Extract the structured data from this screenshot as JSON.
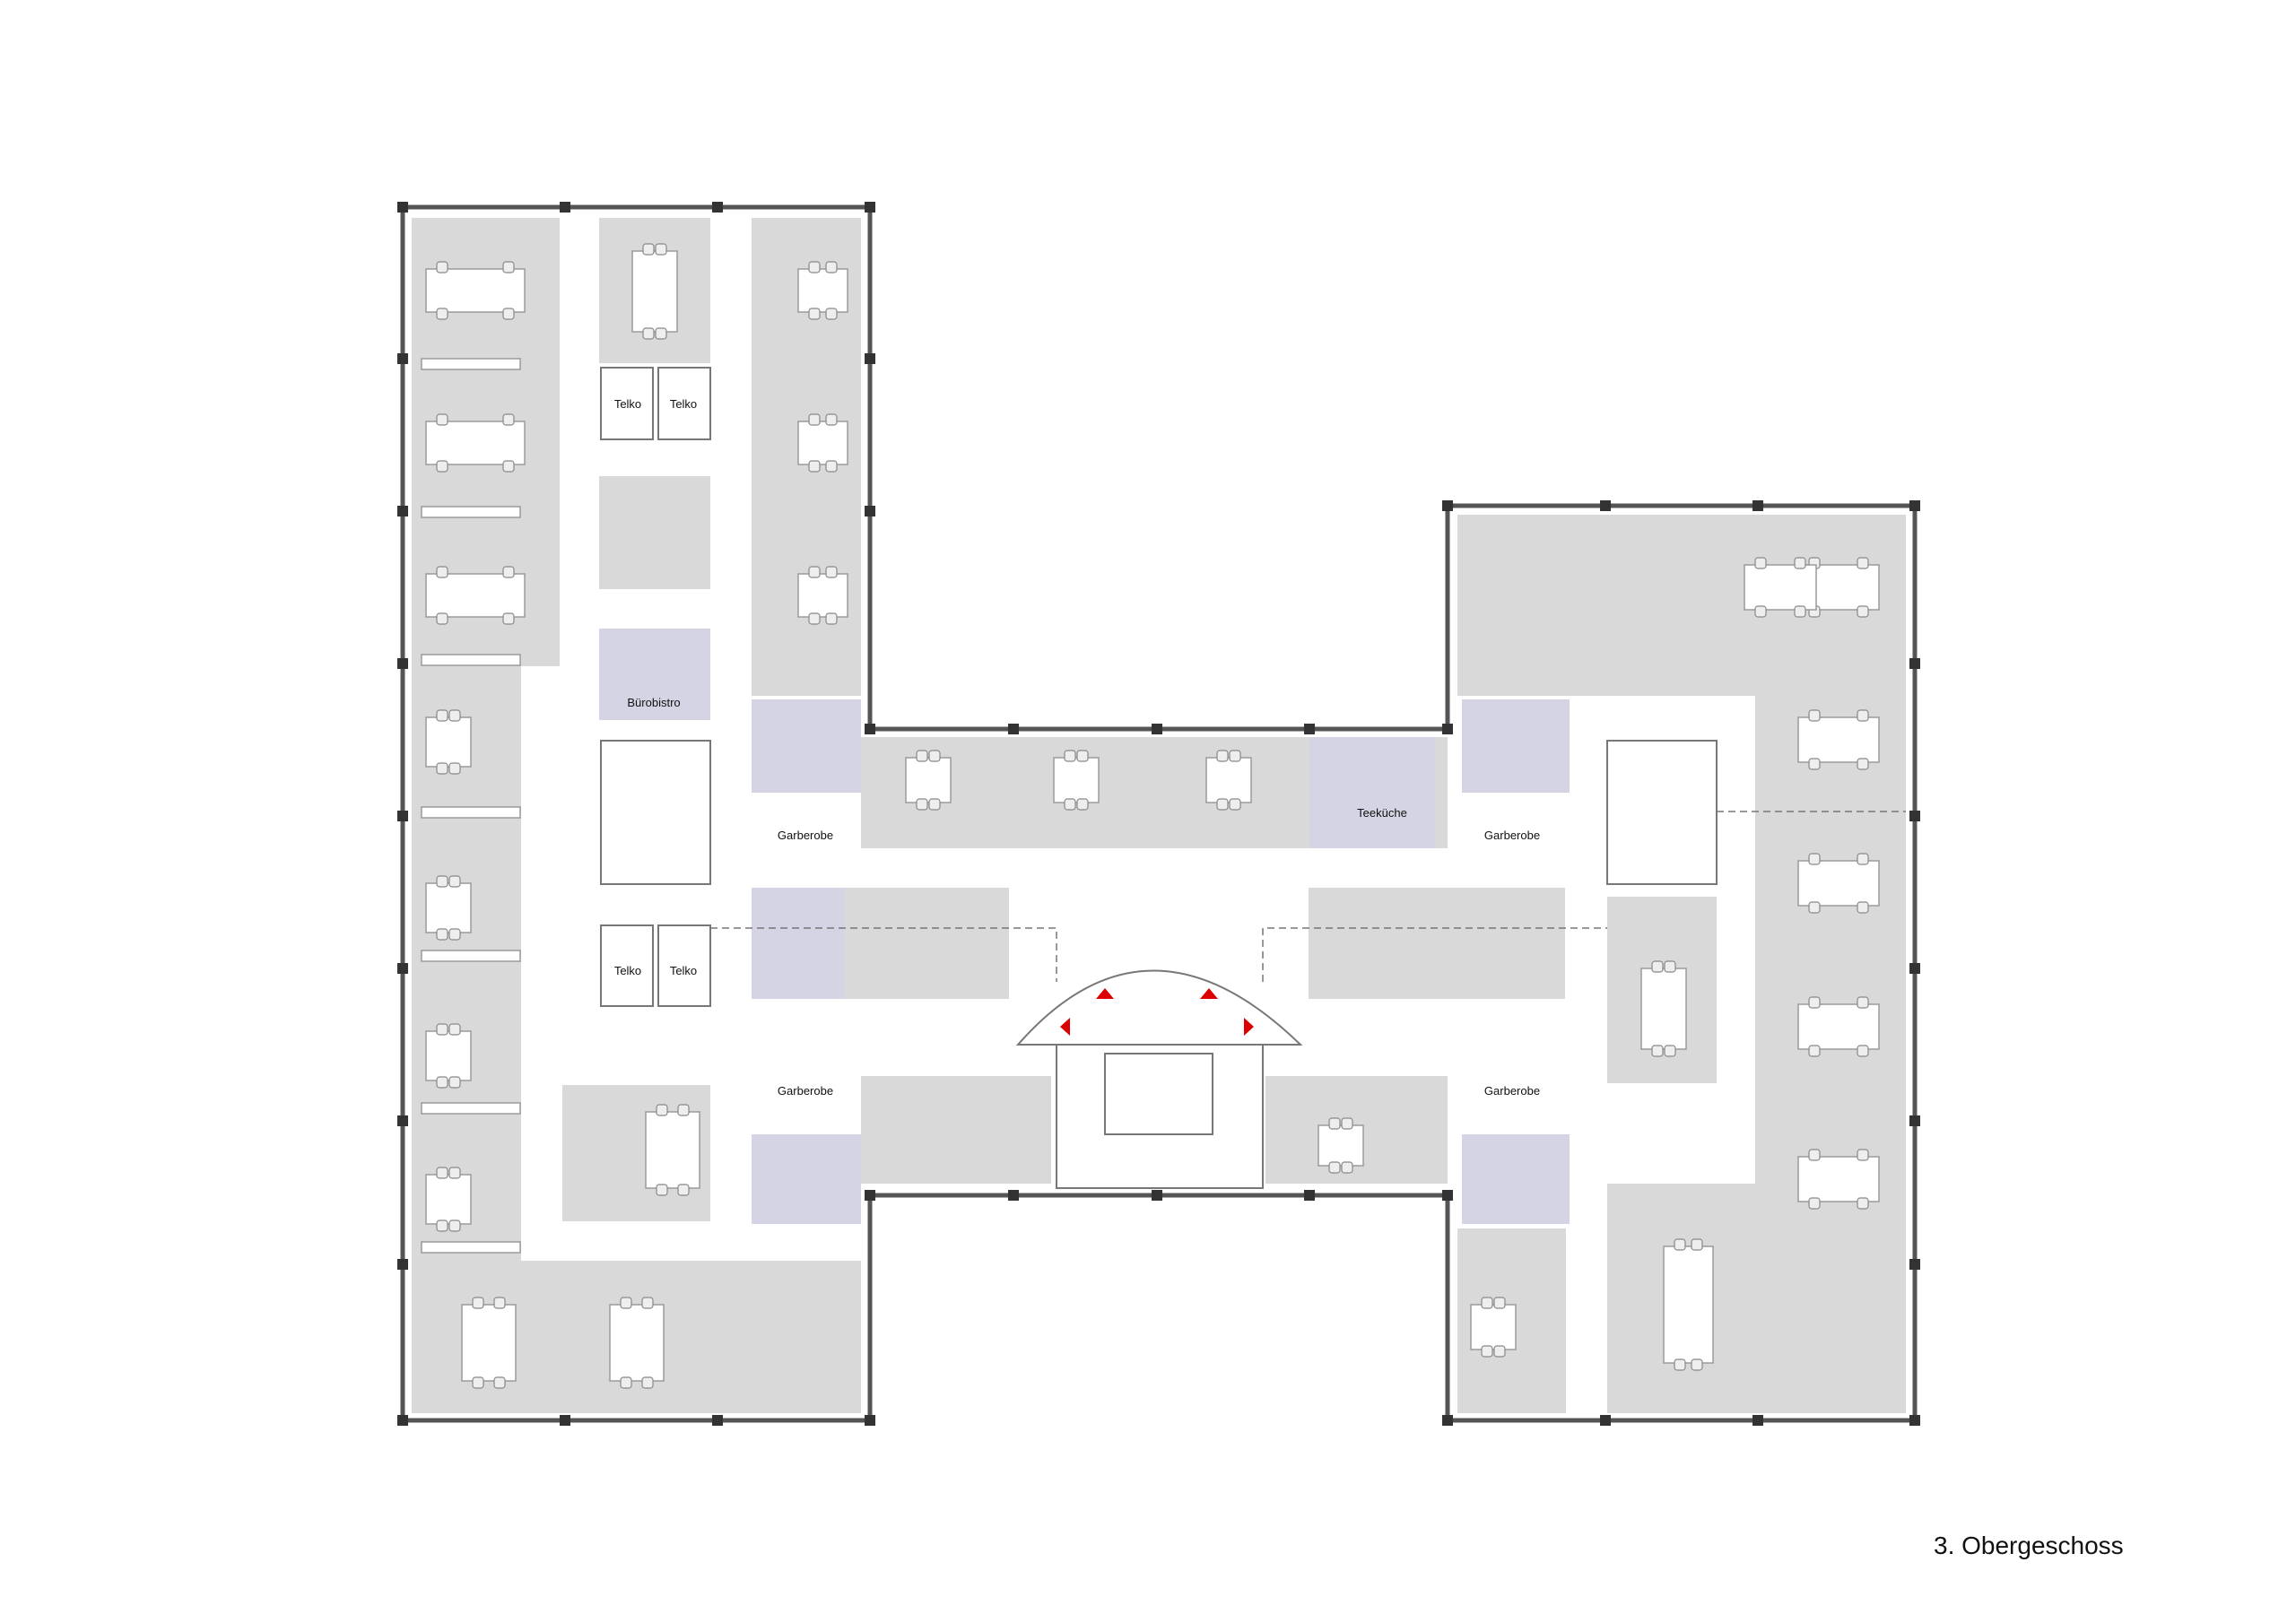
{
  "plan": {
    "caption": "3. Obergeschoss",
    "rooms": {
      "telko_1": "Telko",
      "telko_2": "Telko",
      "telko_3": "Telko",
      "telko_4": "Telko",
      "buerobistro": "Bürobistro",
      "garderobe_1": "Garberobe",
      "garderobe_2": "Garberobe",
      "garderobe_3": "Garberobe",
      "garderobe_4": "Garberobe",
      "teekueche": "Teeküche"
    },
    "colors": {
      "zone": "#d9d9d9",
      "special": "#d4d4e4",
      "escape_arrow": "#dd0000"
    }
  }
}
